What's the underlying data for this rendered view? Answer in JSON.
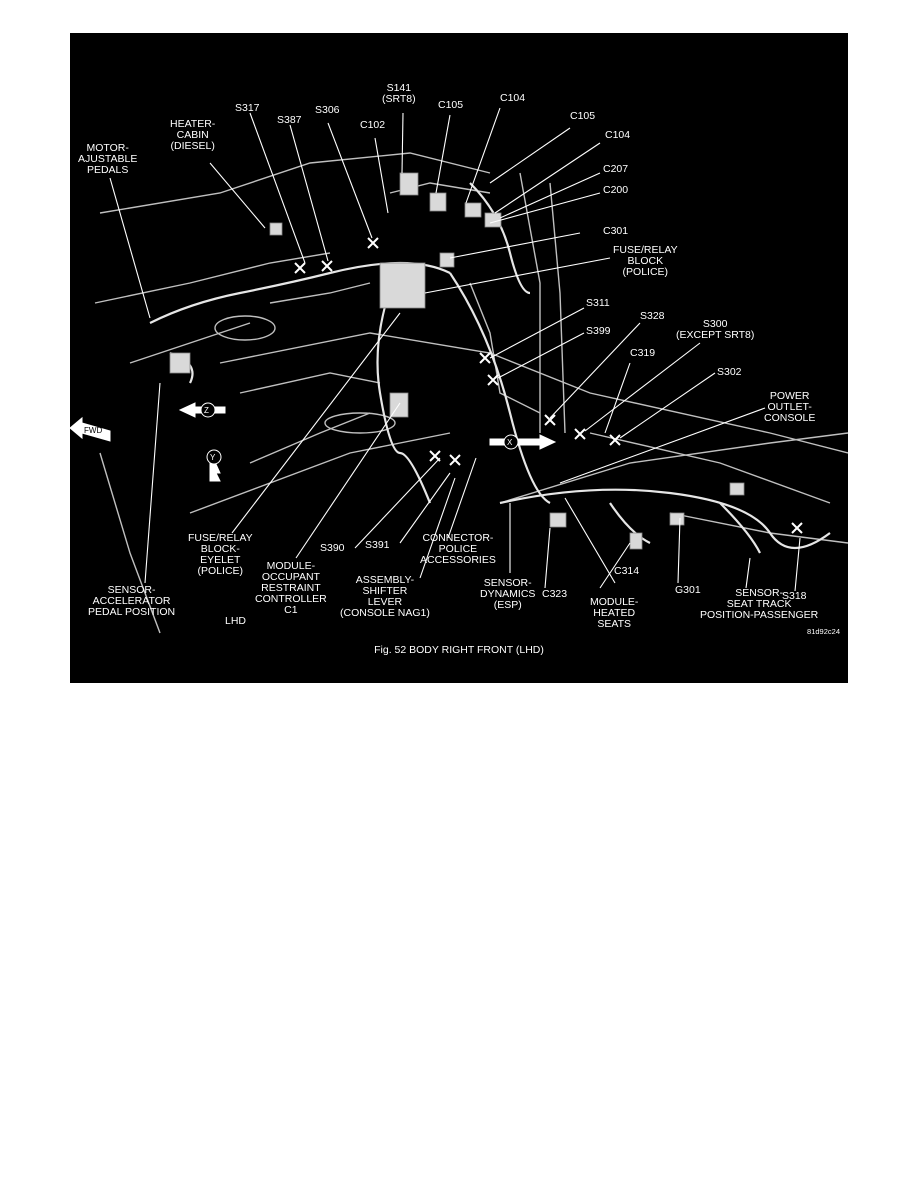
{
  "figure": {
    "caption": "Fig. 52   BODY RIGHT FRONT (LHD)",
    "image_code": "81d92c24",
    "orientation_note": "LHD",
    "direction_markers": {
      "fwd": "FWD",
      "z": "Z",
      "x": "X",
      "y": "Y"
    },
    "labels": {
      "motor_pedals": "MOTOR-\nAJUSTABLE\nPEDALS",
      "heater_cabin": "HEATER-\nCABIN\n(DIESEL)",
      "s317": "S317",
      "s387": "S387",
      "s306": "S306",
      "s141": "S141\n(SRT8)",
      "c102": "C102",
      "c105_a": "C105",
      "c104_a": "C104",
      "c105_b": "C105",
      "c104_b": "C104",
      "c207": "C207",
      "c200": "C200",
      "c301": "C301",
      "fuse_relay_police": "FUSE/RELAY\nBLOCK\n(POLICE)",
      "s311": "S311",
      "s399": "S399",
      "s328": "S328",
      "s300": "S300\n(EXCEPT SRT8)",
      "c319": "C319",
      "s302": "S302",
      "power_outlet": "POWER\nOUTLET-\nCONSOLE",
      "fuse_relay_eyelet": "FUSE/RELAY\nBLOCK-\nEYELET\n(POLICE)",
      "s390": "S390",
      "s391": "S391",
      "module_occupant": "MODULE-\nOCCUPANT\nRESTRAINT\nCONTROLLER\nC1",
      "assembly_shifter": "ASSEMBLY-\nSHIFTER\nLEVER\n(CONSOLE NAG1)",
      "connector_police": "CONNECTOR-\nPOLICE\nACCESSORIES",
      "sensor_dynamics": "SENSOR-\nDYNAMICS\n(ESP)",
      "c323": "C323",
      "c314": "C314",
      "module_heated": "MODULE-\nHEATED\nSEATS",
      "g301": "G301",
      "sensor_seat_track": "SENSOR-\nSEAT TRACK\nPOSITION-PASSENGER",
      "s318": "S318",
      "sensor_accel": "SENSOR-\nACCELERATOR\nPEDAL POSITION"
    }
  }
}
